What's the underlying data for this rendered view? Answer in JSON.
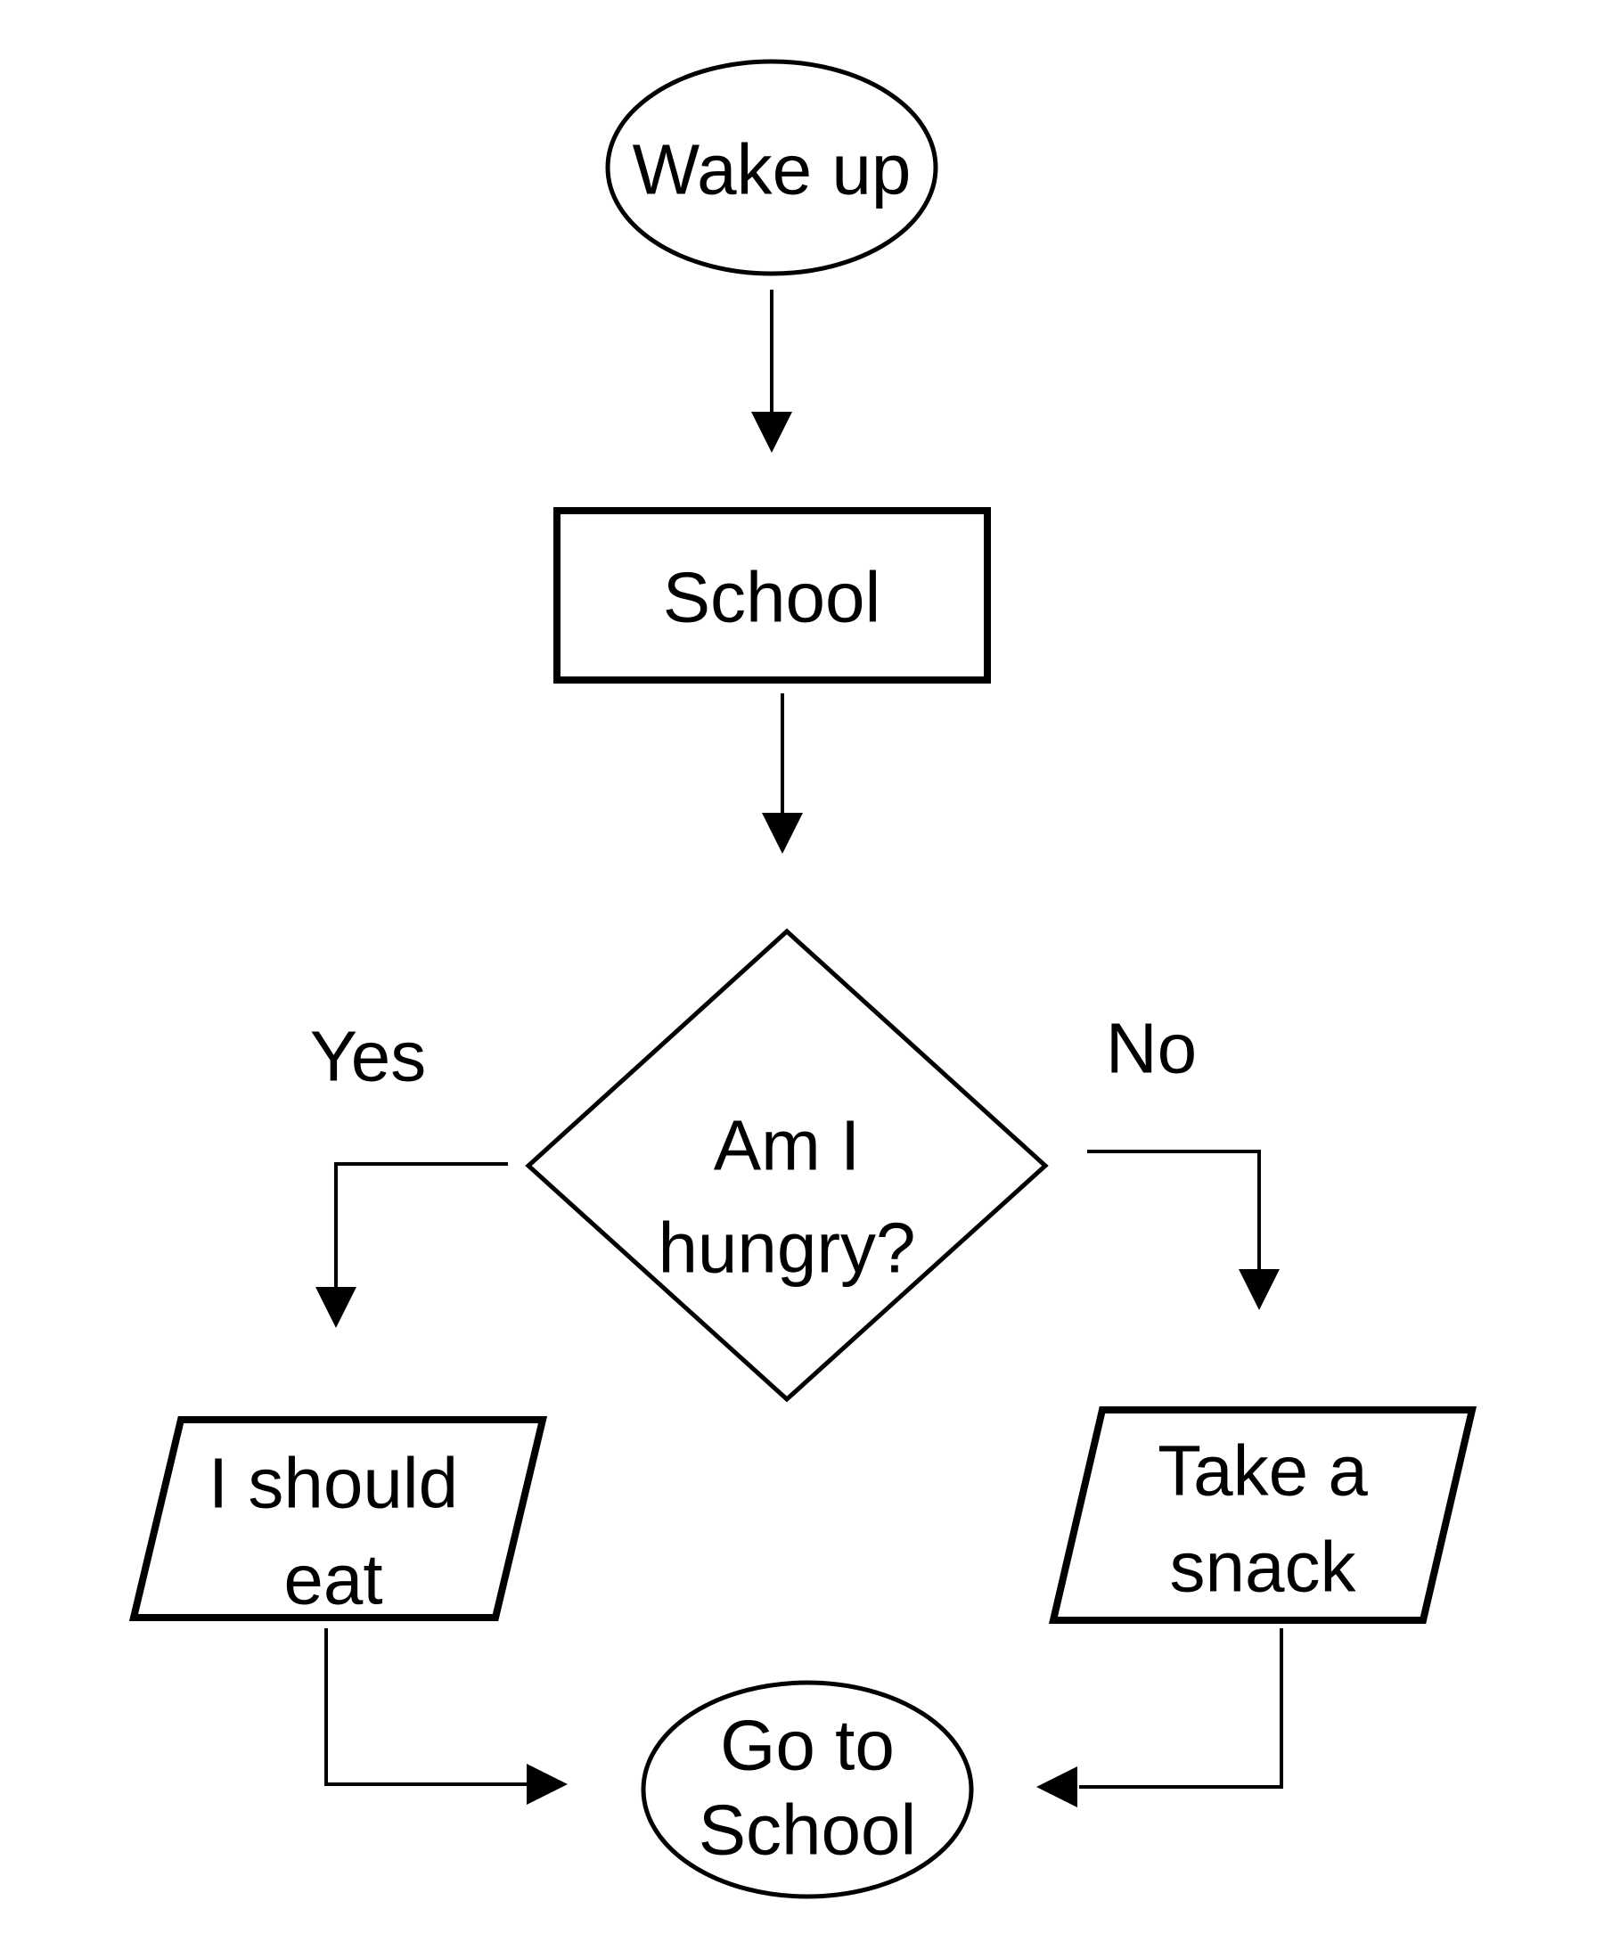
{
  "flowchart": {
    "nodes": {
      "start": {
        "shape": "terminator-ellipse",
        "label": "Wake up"
      },
      "school": {
        "shape": "process-rectangle",
        "label": "School"
      },
      "decision": {
        "shape": "decision-diamond",
        "line1": "Am I",
        "line2": "hungry?"
      },
      "eat": {
        "shape": "io-parallelogram",
        "line1": "I should",
        "line2": "eat"
      },
      "snack": {
        "shape": "io-parallelogram",
        "line1": "Take a",
        "line2": "snack"
      },
      "end": {
        "shape": "terminator-ellipse",
        "line1": "Go to",
        "line2": "School"
      }
    },
    "edges": {
      "yes_label": "Yes",
      "no_label": "No"
    },
    "colors": {
      "stroke": "#000000",
      "fill": "#ffffff",
      "text": "#000000"
    }
  }
}
